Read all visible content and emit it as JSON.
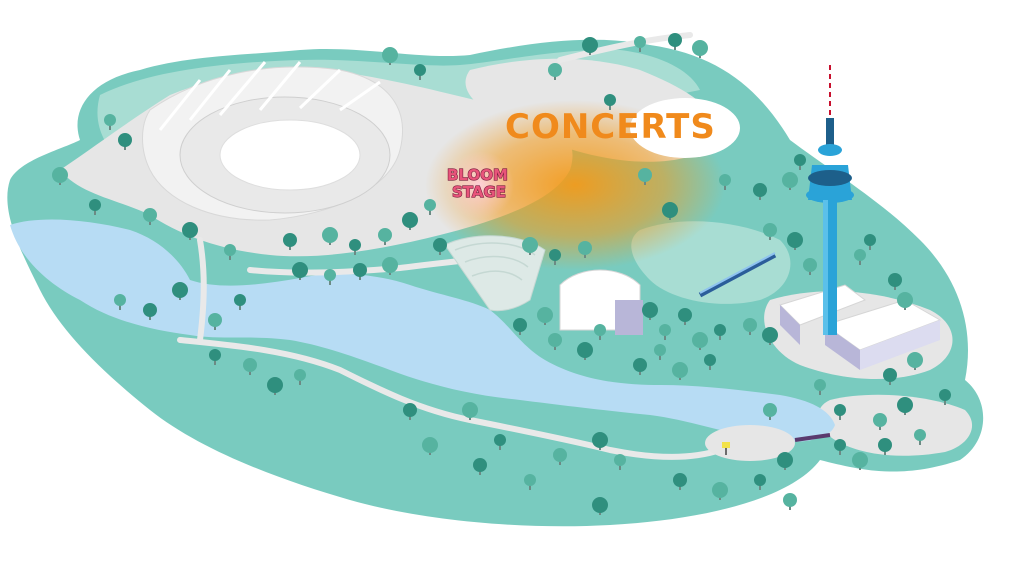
{
  "map": {
    "labels": {
      "concerts": "CONCERTS",
      "bloom_line1": "BLOOM",
      "bloom_line2": "STAGE"
    },
    "colors": {
      "background": "#ffffff",
      "land": "#79cbbf",
      "land_light": "#a8ddd3",
      "plaza": "#e6e6e6",
      "path": "#e9e9e9",
      "water": "#b7dcf4",
      "tree_dark": "#2f8f7e",
      "tree_light": "#56b3a0",
      "concerts_glow": "#f39a1a",
      "concerts_text": "#f08a1c",
      "bloom_text": "#e8547a",
      "tower": "#2aa3d8",
      "tower_top": "#1d5f8a",
      "antenna": "#c8102e"
    },
    "icons": [
      "stadium-icon",
      "amphitheater-icon",
      "tv-tower-icon",
      "bridge-icon",
      "flag-icon",
      "tree-icon"
    ]
  }
}
